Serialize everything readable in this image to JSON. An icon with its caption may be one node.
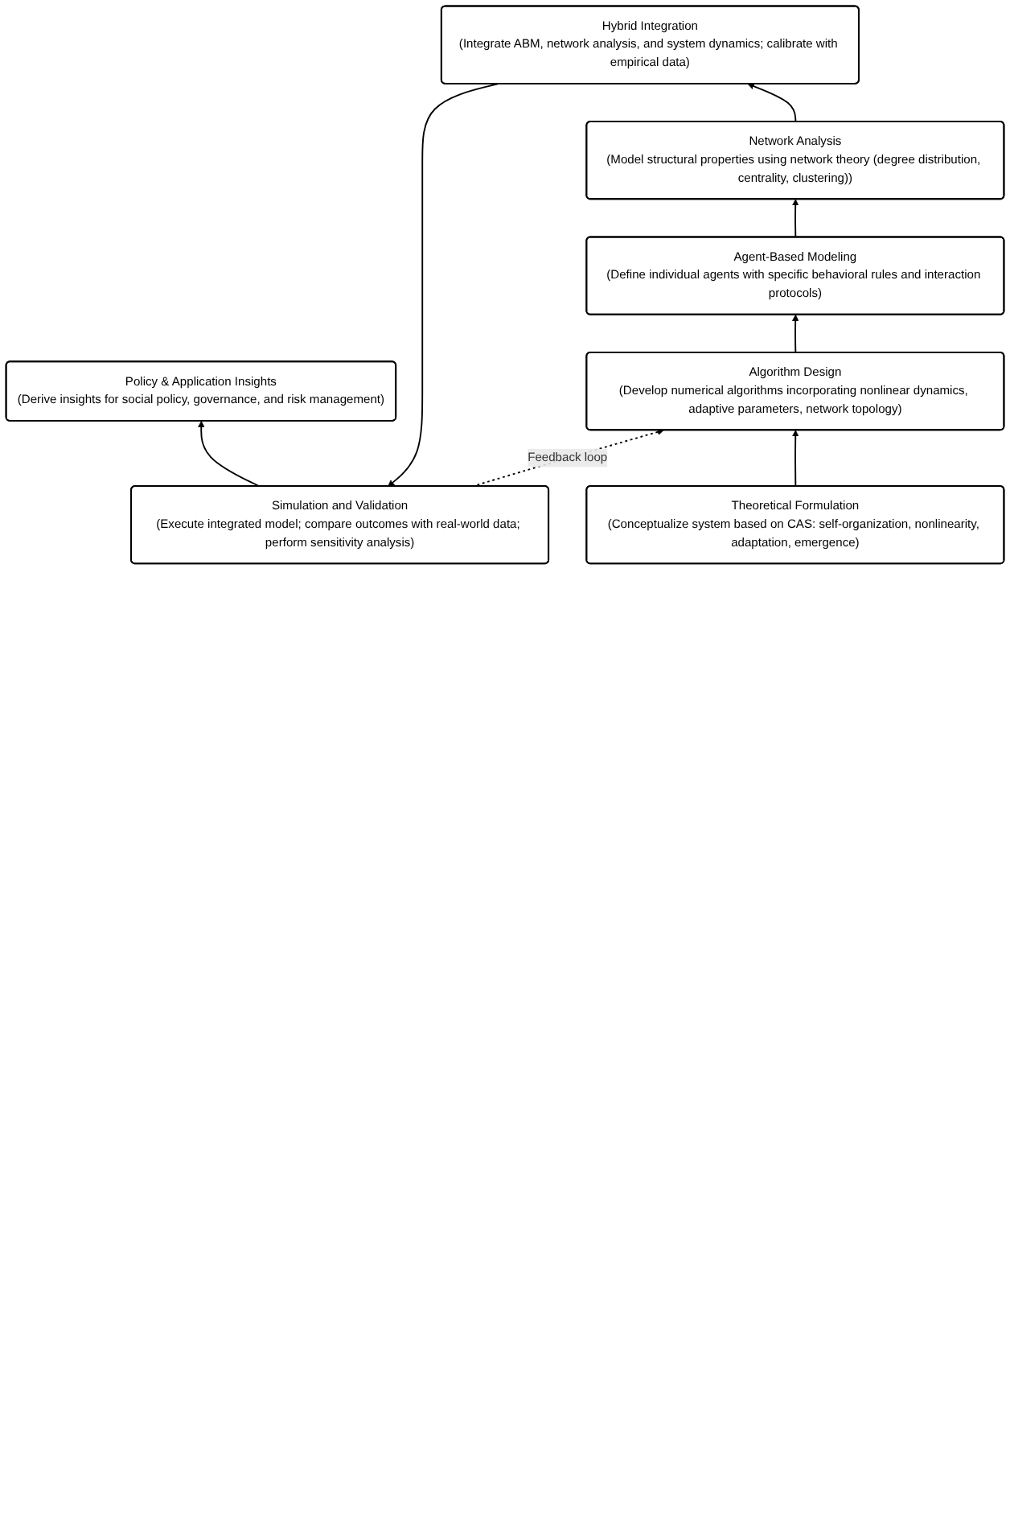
{
  "diagram": {
    "nodes": [
      {
        "text": [
          "Policy & Application Insights",
          "(Derive insights for social policy, governance, and risk management)"
        ]
      },
      {
        "text": [
          "Simulation and Validation",
          "(Execute integrated model; compare outcomes with real-world data; perform sensitivity analysis)"
        ]
      },
      {
        "text": [
          "Hybrid Integration",
          "(Integrate ABM, network analysis, and system dynamics; calibrate with empirical data)"
        ]
      },
      {
        "text": [
          "Network Analysis",
          "(Model structural properties using network theory (degree distribution, centrality, clustering))"
        ]
      },
      {
        "text": [
          "Agent-Based Modeling",
          "(Define individual agents with specific behavioral rules and interaction protocols)"
        ]
      },
      {
        "text": [
          "Algorithm Design",
          "(Develop numerical algorithms incorporating nonlinear dynamics, adaptive parameters, network topology)"
        ]
      },
      {
        "text": [
          "Theoretical Formulation",
          "(Conceptualize system based on CAS: self-organization, nonlinearity, adaptation, emergence)"
        ]
      }
    ],
    "edges": [
      {
        "from": 6,
        "to": 5,
        "arrow": "to"
      },
      {
        "from": 5,
        "to": 4,
        "arrow": "to"
      },
      {
        "from": 4,
        "to": 3,
        "arrow": "to"
      },
      {
        "from": 3,
        "to": 2,
        "arrow": "to"
      },
      {
        "from": 2,
        "to": 1,
        "arrow": "to"
      },
      {
        "from": 1,
        "to": 0,
        "arrow": "to"
      },
      {
        "from": 1,
        "to": 5,
        "arrow": "to",
        "label": "Feedback loop",
        "style": "dashed"
      }
    ]
  }
}
